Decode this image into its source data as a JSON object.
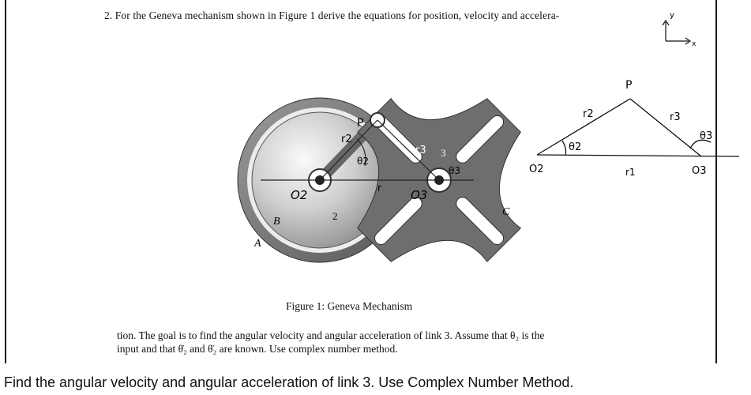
{
  "problem": {
    "first_line": "2. For the Geneva mechanism shown in Figure 1 derive the equations for position, velocity and accelera-",
    "continued_line_1": "tion. The goal is to find the angular velocity and angular acceleration of link 3. Assume that θ₂ is the",
    "continued_line_2": "input and that θ̇₂ and θ̈₂ are known. Use complex number method."
  },
  "figure": {
    "caption": "Figure 1: Geneva Mechanism",
    "labels": {
      "A": "A",
      "B": "B",
      "C": "C",
      "link2": "2",
      "link3": "3",
      "o2": "O2",
      "o3": "O3",
      "p": "P",
      "r1": "r",
      "r2": "r2",
      "r3": "r3",
      "theta2": "θ2",
      "theta3": "θ3"
    }
  },
  "sketch": {
    "axis_y": "y",
    "axis_x": "x",
    "p": "P",
    "r1": "r1",
    "r2": "r2",
    "r3": "r3",
    "theta2": "θ2",
    "theta3": "θ3",
    "o2": "O2",
    "o3": "O3"
  },
  "question": "Find the angular velocity and angular acceleration of link 3. Use Complex Number Method.",
  "colors": {
    "wheel_gray": "#6e6e6e",
    "disk_light": "#d8d8d8",
    "ink": "#111111"
  }
}
